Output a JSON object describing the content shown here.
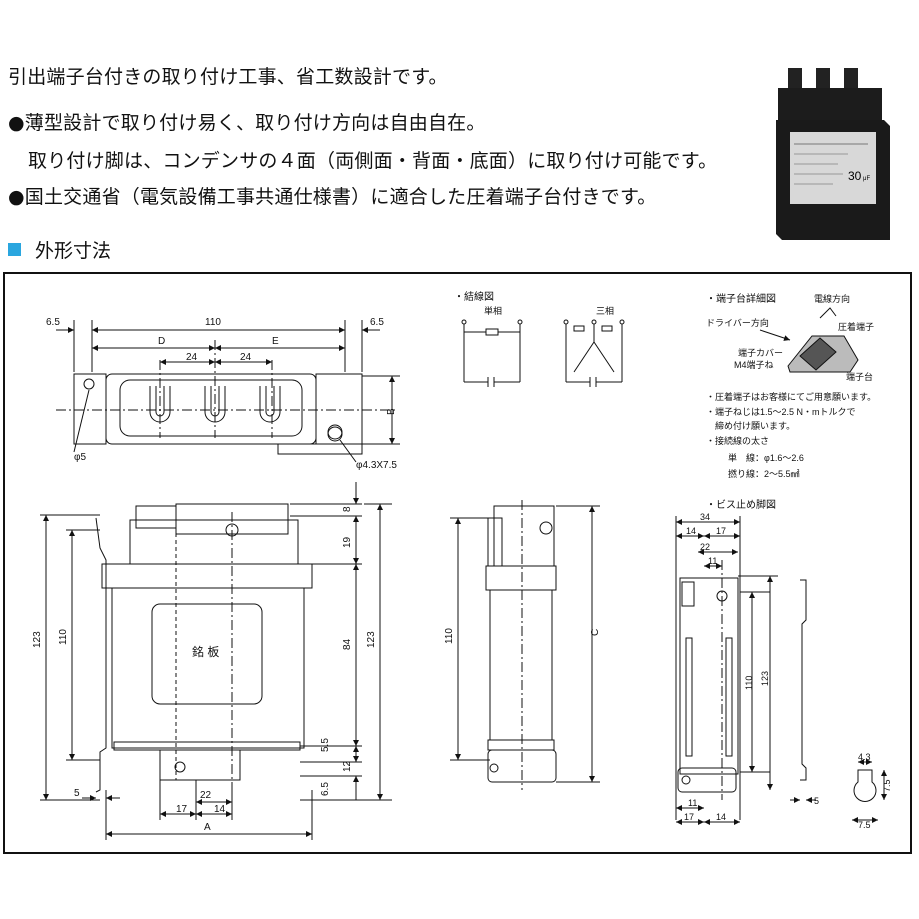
{
  "header": {
    "line1": "引出端子台付きの取り付け工事、省工数設計です。",
    "bullet": "●",
    "line2": "薄型設計で取り付け易く、取り付け方向は自由自在。",
    "line3": "取り付け脚は、コンデンサの４面（両側面・背面・底面）に取り付け可能です。",
    "line4": "国土交通省（電気設備工事共通仕様書）に適合した圧着端子台付きです。",
    "section_title": "外形寸法",
    "section_color": "#2aa6df"
  },
  "photo": {
    "label1": "30",
    "label2": "μF"
  },
  "drawing": {
    "top_view": {
      "dim_65_left": "6.5",
      "dim_110": "110",
      "dim_65_right": "6.5",
      "dim_D": "D",
      "dim_E": "E",
      "dim_24a": "24",
      "dim_24b": "24",
      "dim_B": "B",
      "hole_phi5": "φ5",
      "slot": "φ4.3X7.5"
    },
    "front_view": {
      "dim_123": "123",
      "dim_110": "110",
      "dim_8": "8",
      "dim_19": "19",
      "dim_84": "84",
      "dim_123r": "123",
      "dim_55": "5.5",
      "dim_12": "12",
      "dim_65": "6.5",
      "dim_5": "5",
      "dim_22": "22",
      "dim_17": "17",
      "dim_14": "14",
      "dim_A": "A",
      "nameplate": "銘 板"
    },
    "side_view": {
      "dim_110": "110",
      "dim_C": "C"
    },
    "wiring": {
      "title": "・結線図",
      "single": "単相",
      "three": "三相"
    },
    "terminal_detail": {
      "title": "・端子台詳細図",
      "wire_direction": "電線方向",
      "driver_direction": "ドライバー方向",
      "crimp_terminal": "圧着端子",
      "terminal_cover": "端子カバー",
      "m4_screw": "M4端子ね",
      "terminal_block": "端子台",
      "notes": [
        "・圧着端子はお客様にてご用意願います。",
        "・端子ねじは1.5～2.5 N・mトルクで",
        "　締め付け願います。",
        "・接続線の太さ"
      ],
      "single_wire": "単　線：φ1.6～2.6",
      "stranded_wire": "撚り線：2～5.5㎟"
    },
    "bracket": {
      "title": "・ビス止め脚図",
      "dim_34": "34",
      "dim_14": "14",
      "dim_17": "17",
      "dim_22": "22",
      "dim_11": "11",
      "dim_110": "110",
      "dim_123": "123",
      "dim_11b": "11",
      "dim_17b": "17",
      "dim_14b": "14",
      "dim_5": "5",
      "dim_43": "4.3",
      "dim_75": "7.5",
      "dim_75b": "7.5"
    }
  }
}
